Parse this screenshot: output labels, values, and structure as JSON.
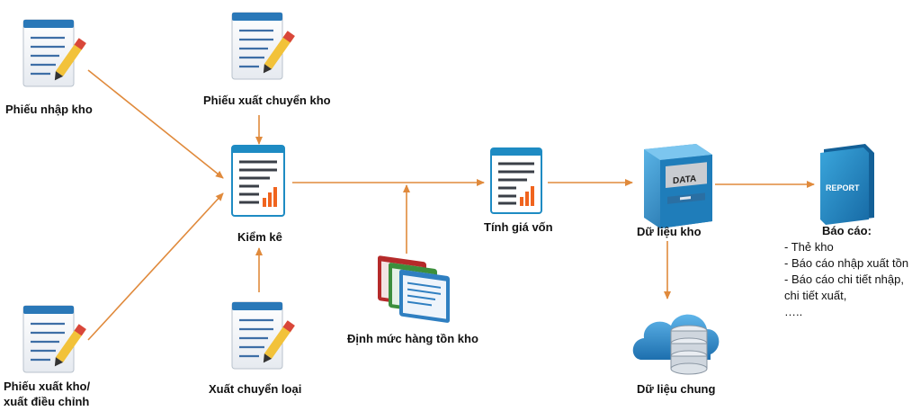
{
  "nodes": {
    "phieu_nhap_kho": "Phiếu nhập kho",
    "phieu_xuat_chuyen_kho": "Phiếu xuất chuyển kho",
    "kiem_ke": "Kiểm kê",
    "phieu_xuat_kho_line1": "Phiếu xuất kho/",
    "phieu_xuat_kho_line2": "xuất điều chỉnh",
    "xuat_chuyen_loai": "Xuất chuyển loại",
    "dinh_muc": "Định mức hàng tồn kho",
    "tinh_gia_von": "Tính giá vốn",
    "du_lieu_kho": "Dữ liệu kho",
    "du_lieu_chung": "Dữ liệu chung",
    "bao_cao": "Báo cáo:"
  },
  "report_items": [
    "- Thẻ kho",
    "- Báo cáo nhập xuất tồn",
    "- Báo cáo chi tiết nhập,",
    "chi tiết xuất,",
    "….."
  ],
  "icon_text": {
    "data_label": "DATA",
    "report_label": "REPORT"
  },
  "colors": {
    "arrow": "#E08A3C",
    "icon_blue": "#1E8BC3",
    "icon_orange": "#F0641E",
    "cabinet_blue": "#1F7DBA",
    "cloud_blue": "#2A93D5"
  }
}
